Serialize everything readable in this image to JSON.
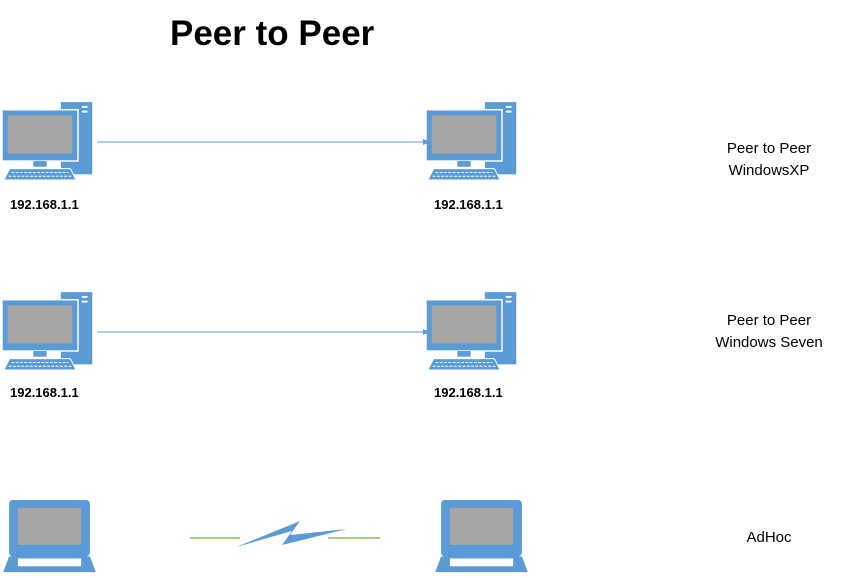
{
  "title": "Peer to Peer",
  "colors": {
    "computer": "#5b9bd5",
    "screen": "#a6a6a6",
    "link": "#5b9bd5",
    "wireless_line": "#70ad47"
  },
  "rows": [
    {
      "left_ip": "192.168.1.1",
      "right_ip": "192.168.1.1",
      "label_line1": "Peer to Peer",
      "label_line2": "WindowsXP",
      "device": "desktop-computer-icon",
      "link": "arrow"
    },
    {
      "left_ip": "192.168.1.1",
      "right_ip": "192.168.1.1",
      "label_line1": "Peer to Peer",
      "label_line2": "Windows Seven",
      "device": "desktop-computer-icon",
      "link": "arrow"
    },
    {
      "label_line1": "AdHoc",
      "device": "laptop-icon",
      "link": "wireless-lightning"
    }
  ]
}
